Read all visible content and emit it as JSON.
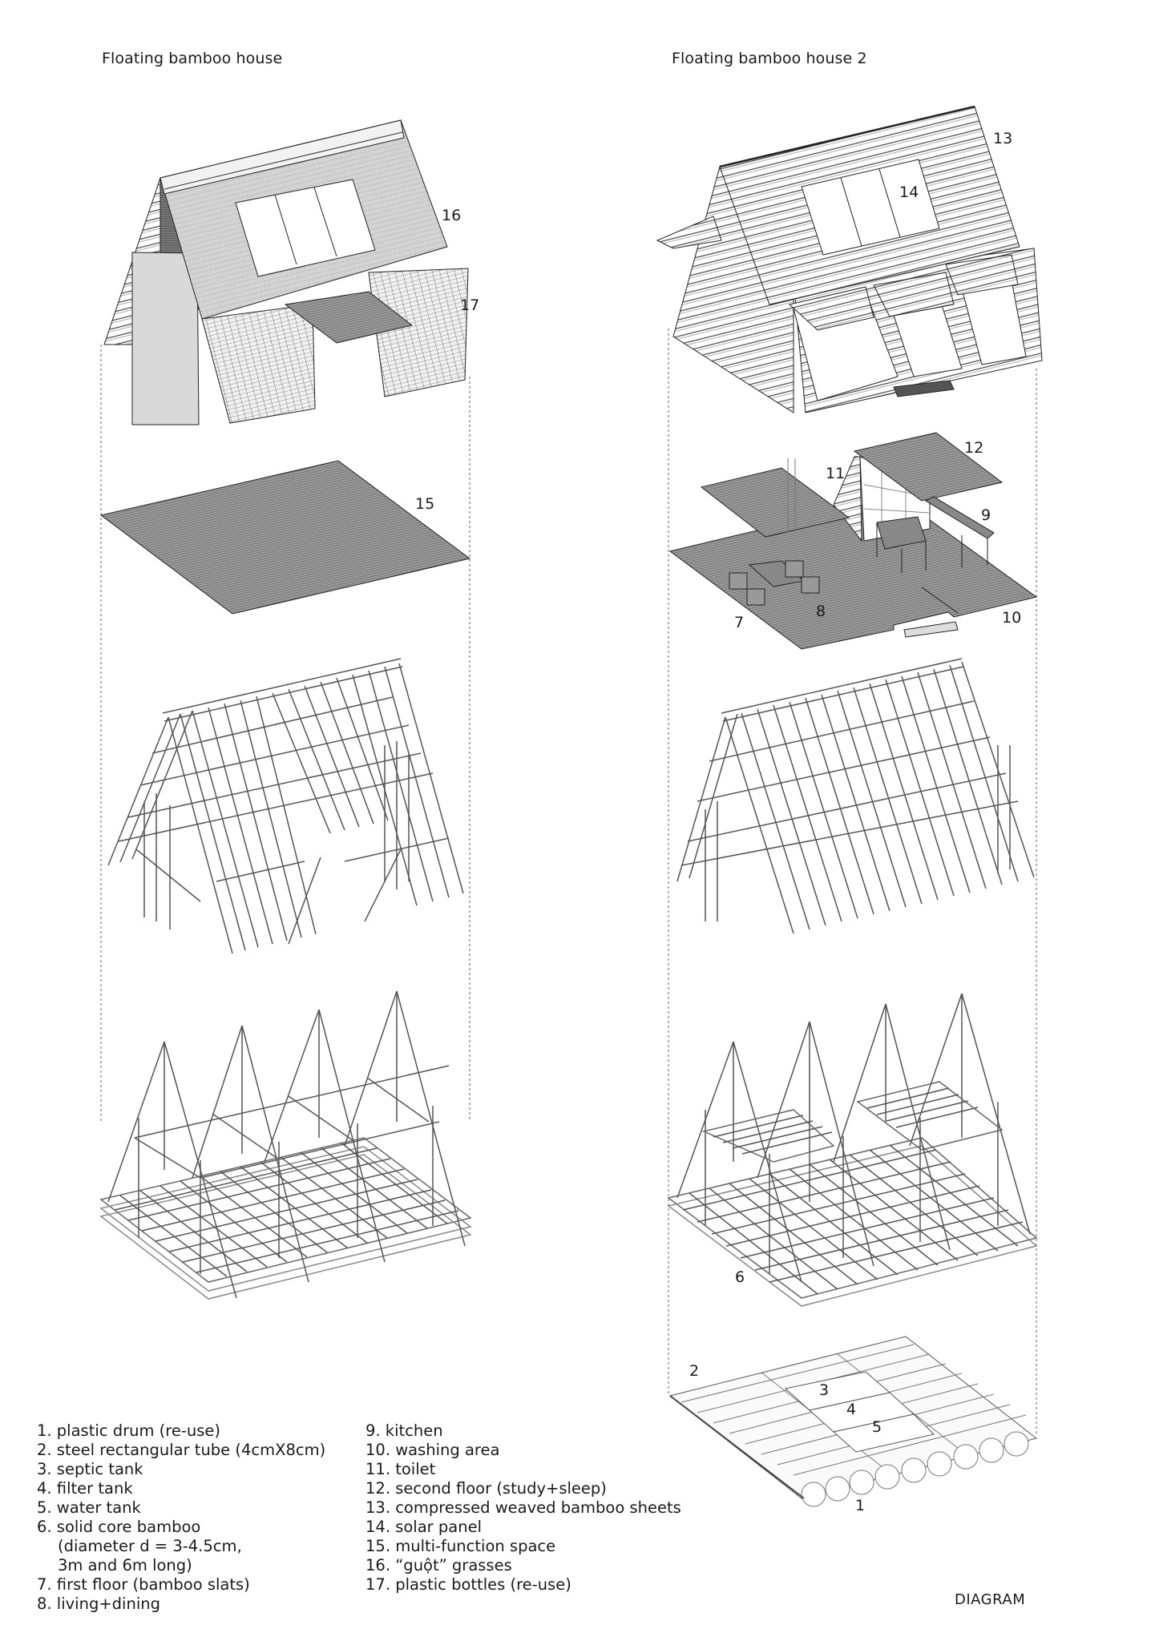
{
  "titles": {
    "left": "Floating bamboo house",
    "right": "Floating bamboo house 2"
  },
  "callouts": {
    "c1": "1",
    "c2": "2",
    "c3": "3",
    "c4": "4",
    "c5": "5",
    "c6": "6",
    "c7": "7",
    "c8": "8",
    "c9": "9",
    "c10": "10",
    "c11": "11",
    "c12": "12",
    "c13": "13",
    "c14": "14",
    "c15": "15",
    "c16": "16",
    "c17": "17"
  },
  "legend": {
    "column1": [
      "1. plastic drum (re-use)",
      "2. steel rectangular tube (4cmX8cm)",
      "3. septic tank",
      "4. filter tank",
      "5. water tank",
      "6. solid core bamboo",
      "(diameter d = 3-4.5cm,",
      "3m and 6m long)",
      "7. first floor (bamboo slats)",
      "8. living+dining"
    ],
    "column2": [
      "9. kitchen",
      "10. washing area",
      "11. toilet",
      "12. second floor (study+sleep)",
      "13. compressed weaved bamboo sheets",
      "14. solar panel",
      "15. multi-function space",
      "16. “guột” grasses",
      "17. plastic bottles (re-use)"
    ]
  },
  "footer": {
    "label": "DIAGRAM"
  },
  "colors": {
    "ink": "#1a1a1a",
    "hatch": "#8a8a8a",
    "panel": "#ffffff",
    "background": "#ffffff"
  }
}
